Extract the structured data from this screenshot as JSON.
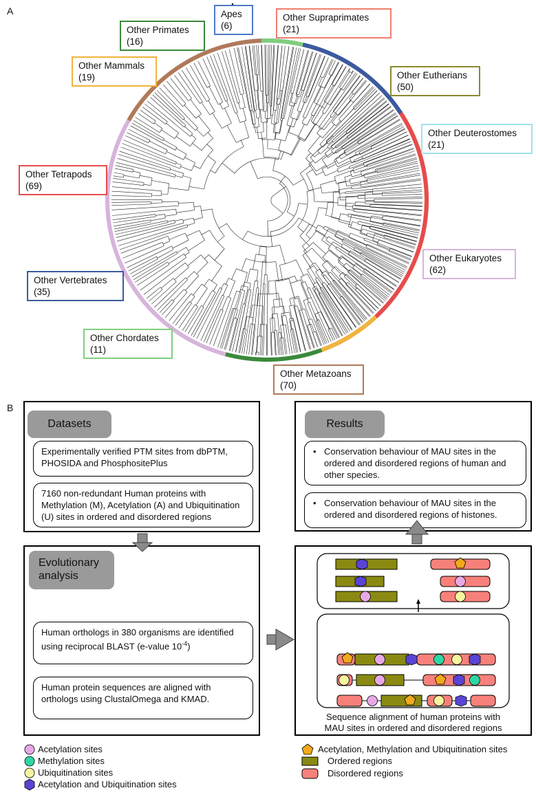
{
  "panel_a_label": "A",
  "panel_b_label": "B",
  "colors": {
    "apes": "#4f78c9",
    "other_primates": "#3a8a3a",
    "other_mammals": "#f2b33d",
    "other_supraprimates": "#f07e6e",
    "other_eutherians": "#8a8a30",
    "other_deuterostomes": "#9fe1ea",
    "other_tetrapods": "#e84b4b",
    "other_vertebrates": "#3b5aa0",
    "other_chordates": "#7fcf7f",
    "other_metazoans": "#b07a5a",
    "other_eukaryotes": "#d7b4dc"
  },
  "clades": [
    {
      "id": "apes",
      "name": "Apes",
      "count": "(6)"
    },
    {
      "id": "other_supraprimates",
      "name": "Other Supraprimates",
      "count": "(21)"
    },
    {
      "id": "other_primates",
      "name": "Other Primates",
      "count": "(16)"
    },
    {
      "id": "other_mammals",
      "name": "Other Mammals",
      "count": "(19)"
    },
    {
      "id": "other_eutherians",
      "name": "Other Eutherians",
      "count": "(50)"
    },
    {
      "id": "other_deuterostomes",
      "name": "Other Deuterostomes",
      "count": "(21)"
    },
    {
      "id": "other_tetrapods",
      "name": "Other Tetrapods",
      "count": "(69)"
    },
    {
      "id": "other_eukaryotes",
      "name": "Other Eukaryotes",
      "count": "(62)"
    },
    {
      "id": "other_vertebrates",
      "name": "Other Vertebrates",
      "count": "(35)"
    },
    {
      "id": "other_chordates",
      "name": "Other Chordates",
      "count": "(11)"
    },
    {
      "id": "other_metazoans",
      "name": "Other Metazoans",
      "count": "(70)"
    }
  ],
  "ring_segments": [
    {
      "clade": "apes",
      "start": -10,
      "end": 10
    },
    {
      "clade": "other_supraprimates",
      "start": 10,
      "end": 40
    },
    {
      "clade": "other_eutherians",
      "start": 40,
      "end": 105
    },
    {
      "clade": "other_deuterostomes",
      "start": 107,
      "end": 143
    },
    {
      "clade": "other_metazoans",
      "start": 143,
      "end": 160
    },
    {
      "clade": "other_eukaryotes",
      "start": 180,
      "end": 300
    },
    {
      "clade": "other_metazoans",
      "start": 300,
      "end": 358
    },
    {
      "clade": "other_chordates",
      "start": 358,
      "end": 373
    },
    {
      "clade": "other_vertebrates",
      "start": 373,
      "end": 417
    },
    {
      "clade": "other_tetrapods",
      "start": 417,
      "end": 497
    },
    {
      "clade": "other_mammals",
      "start": 497,
      "end": 520
    },
    {
      "clade": "other_primates",
      "start": 520,
      "end": 555
    }
  ],
  "datasets": {
    "header": "Datasets",
    "box1": "Experimentally verified PTM sites from dbPTM, PHOSIDA and PhosphositePlus",
    "box2": "7160 non-redundant Human proteins with Methylation (M), Acetylation (A) and Ubiquitination (U) sites in ordered and disordered regions"
  },
  "results": {
    "header": "Results",
    "bullet1": "Conservation behaviour of MAU sites in the ordered and disordered regions of human and other species.",
    "bullet2": "Conservation behaviour of MAU sites in the ordered and disordered regions of histones.",
    "bullet_char": "•"
  },
  "evolutionary": {
    "header_line1": "Evolutionary",
    "header_line2": "analysis",
    "box1_pre": "Human orthologs in 380 organisms are identified using reciprocal BLAST (e-value 10",
    "box1_sup": "-4",
    "box1_post": ")",
    "box2": "Human protein sequences are aligned with orthologs using ClustalOmega and KMAD."
  },
  "alignment_caption": "Sequence alignment of human proteins with MAU sites in ordered and disordered regions",
  "legend_left": [
    {
      "label": "Acetylation sites",
      "marker": "circle",
      "color": "#e7a8e6"
    },
    {
      "label": "Methylation sites",
      "marker": "circle",
      "color": "#2fd6a5"
    },
    {
      "label": "Ubiquitination sites",
      "marker": "circle",
      "color": "#f5f5a0"
    },
    {
      "label": "Acetylation and Ubiquitination sites",
      "marker": "hexagon",
      "color": "#5a44d6"
    }
  ],
  "legend_right": [
    {
      "label": "Acetylation, Methylation and Ubiquitination sites",
      "marker": "pentagon",
      "color": "#f2a91a"
    },
    {
      "label": "Ordered regions",
      "marker": "ordered-bar",
      "color": "#8a8a12"
    },
    {
      "label": "Disordered regions",
      "marker": "disordered-cyl",
      "color": "#f7817a"
    }
  ]
}
